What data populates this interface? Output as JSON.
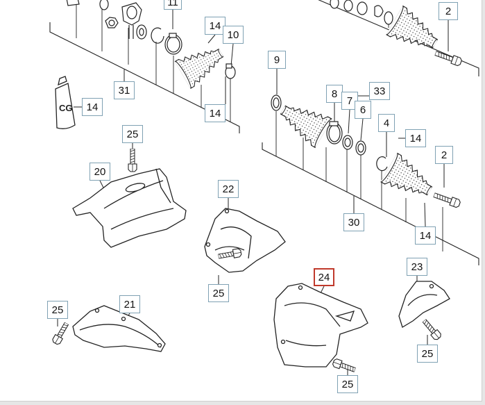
{
  "colors": {
    "callout_border": "#7fa1b3",
    "highlight": "#c0392b",
    "line": "#222222"
  },
  "tube_label": "CG",
  "callouts": [
    {
      "label": "11"
    },
    {
      "label": "14"
    },
    {
      "label": "10"
    },
    {
      "label": "2"
    },
    {
      "label": "31"
    },
    {
      "label": "14"
    },
    {
      "label": "14"
    },
    {
      "label": "9"
    },
    {
      "label": "8"
    },
    {
      "label": "7"
    },
    {
      "label": "6"
    },
    {
      "label": "33"
    },
    {
      "label": "4"
    },
    {
      "label": "14"
    },
    {
      "label": "2"
    },
    {
      "label": "25"
    },
    {
      "label": "20"
    },
    {
      "label": "22"
    },
    {
      "label": "30"
    },
    {
      "label": "14"
    },
    {
      "label": "23"
    },
    {
      "label": "24",
      "highlight": true
    },
    {
      "label": "25"
    },
    {
      "label": "25"
    },
    {
      "label": "21"
    },
    {
      "label": "25"
    },
    {
      "label": "25"
    }
  ]
}
